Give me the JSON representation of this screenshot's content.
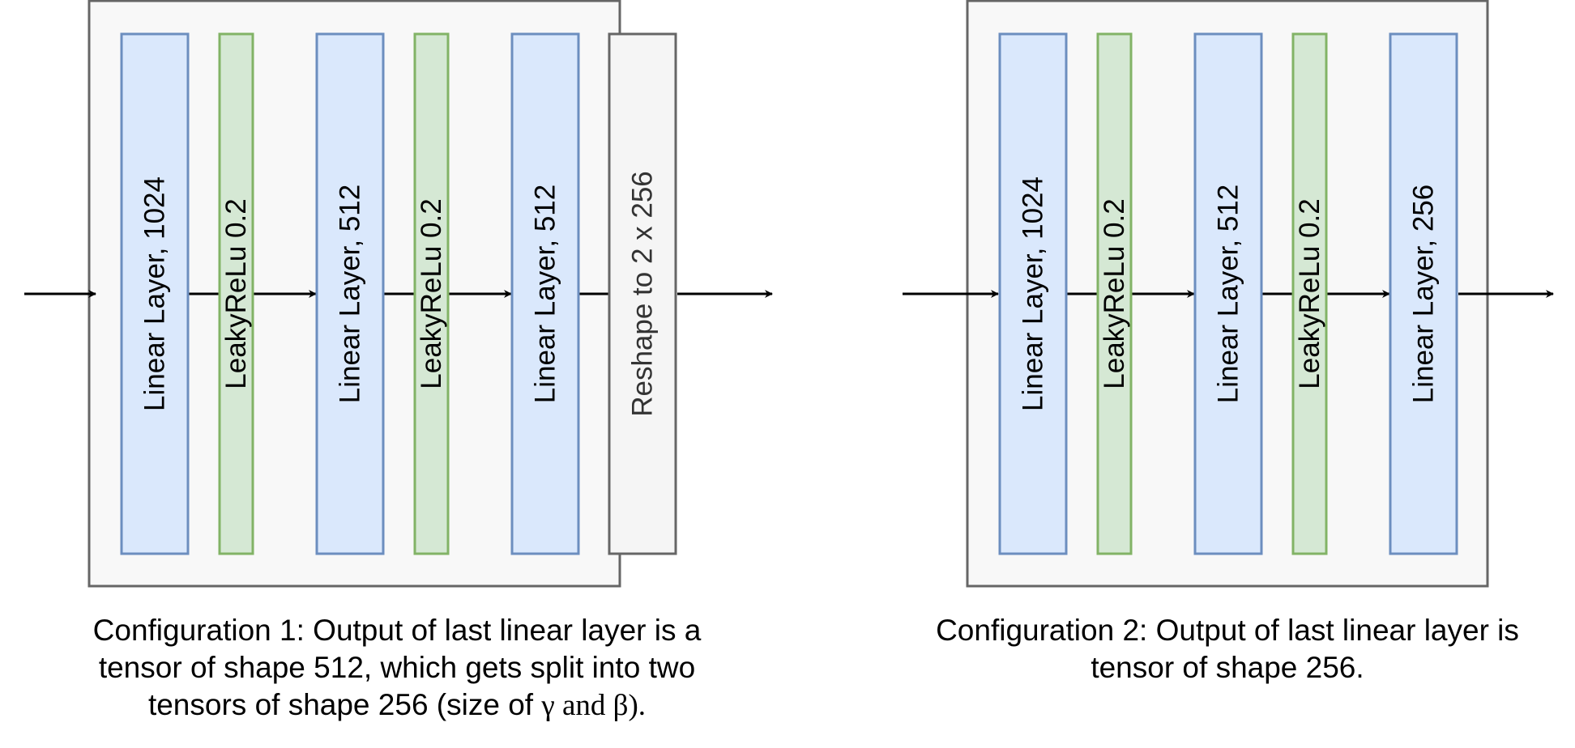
{
  "colors": {
    "container_fill": "#f8f8f8",
    "container_stroke": "#666666",
    "linear_fill": "#dae8fc",
    "linear_stroke": "#6c8ebf",
    "activation_fill": "#d5e8d4",
    "activation_stroke": "#82b366",
    "reshape_fill": "#f5f5f5",
    "reshape_stroke": "#666666",
    "arrow": "#000000",
    "label_text": "#000000",
    "reshape_text": "#333333"
  },
  "configurations": [
    {
      "id": "config-1",
      "blocks": [
        {
          "kind": "linear",
          "label": "Linear Layer, 1024"
        },
        {
          "kind": "activation",
          "label": "LeakyReLu 0.2"
        },
        {
          "kind": "linear",
          "label": "Linear Layer, 512"
        },
        {
          "kind": "activation",
          "label": "LeakyReLu 0.2"
        },
        {
          "kind": "linear",
          "label": "Linear Layer, 512"
        },
        {
          "kind": "reshape",
          "label": "Reshape to 2 x 256"
        }
      ],
      "caption_lines": [
        "Configuration 1: Output of last linear layer is a",
        "tensor of shape 512, which gets split into two"
      ],
      "caption_line3_prefix": "tensors of shape 256 (size of ",
      "caption_gamma": "γ",
      "caption_and": " and ",
      "caption_beta": "β",
      "caption_line3_suffix": ")."
    },
    {
      "id": "config-2",
      "blocks": [
        {
          "kind": "linear",
          "label": "Linear Layer, 1024"
        },
        {
          "kind": "activation",
          "label": "LeakyReLu 0.2"
        },
        {
          "kind": "linear",
          "label": "Linear Layer, 512"
        },
        {
          "kind": "activation",
          "label": "LeakyReLu 0.2"
        },
        {
          "kind": "linear",
          "label": "Linear Layer, 256"
        }
      ],
      "caption_lines": [
        "Configuration 2: Output of last linear layer is",
        "tensor of shape 256."
      ]
    }
  ]
}
